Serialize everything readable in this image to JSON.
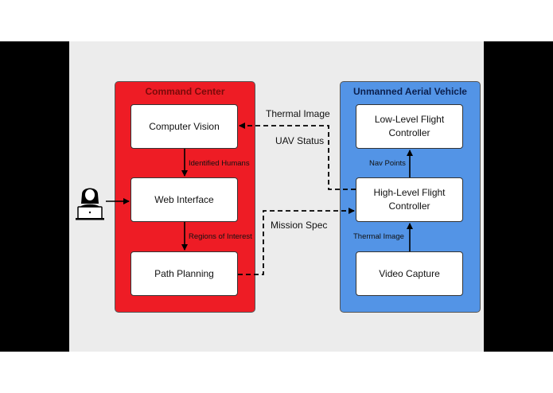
{
  "command_center": {
    "title": "Command Center",
    "computer_vision": "Computer Vision",
    "web_interface": "Web Interface",
    "path_planning": "Path Planning"
  },
  "uav": {
    "title": "Unmanned Aerial Vehicle",
    "low_level_controller": "Low-Level Flight Controller",
    "high_level_controller": "High-Level Flight Controller",
    "video_capture": "Video Capture"
  },
  "edges": {
    "identified_humans": "Identified Humans",
    "regions_of_interest": "Regions of Interest",
    "thermal_image_top": "Thermal Image",
    "uav_status": "UAV Status",
    "mission_spec": "Mission Spec",
    "nav_points": "Nav Points",
    "thermal_image_uav": "Thermal Image"
  },
  "colors": {
    "command_center_fill": "#ee1c25",
    "uav_fill": "#5394e6",
    "background": "#ececec"
  },
  "icons": {
    "operator": "user-with-laptop-icon"
  }
}
